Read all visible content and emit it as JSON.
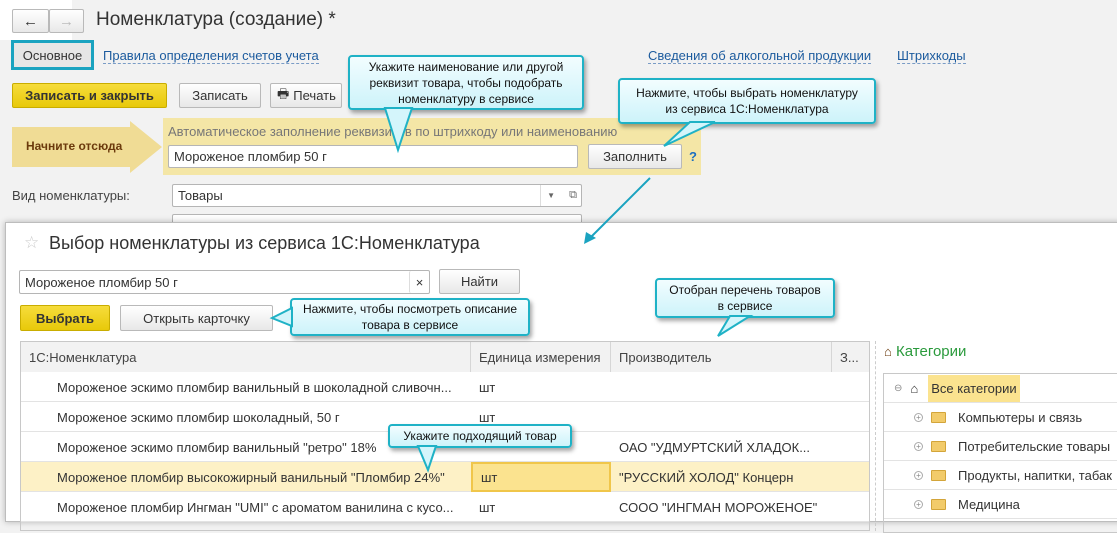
{
  "window": {
    "title": "Номенклатура (создание) *"
  },
  "tabs": [
    {
      "label": "Основное"
    },
    {
      "label": "Правила определения счетов учета"
    },
    {
      "label": "Сведения об алкогольной продукции"
    },
    {
      "label": "Штрихкоды"
    }
  ],
  "toolbar": {
    "save_close": "Записать и закрыть",
    "save": "Записать",
    "print": "Печать"
  },
  "autofill": {
    "start_label": "Начните отсюда",
    "caption": "Автоматическое заполнение реквизитов по штрихкоду или наименованию",
    "value": "Мороженое пломбир 50 г",
    "fill_button": "Заполнить",
    "help": "?"
  },
  "form": {
    "kind_label": "Вид номенклатуры:",
    "kind_value": "Товары"
  },
  "dialog": {
    "title": "Выбор номенклатуры из сервиса 1С:Номенклатура",
    "search_value": "Мороженое пломбир 50 г",
    "clear": "×",
    "find": "Найти",
    "choose": "Выбрать",
    "open_card": "Открыть карточку",
    "columns": [
      "1С:Номенклатура",
      "Единица измерения",
      "Производитель",
      "З..."
    ],
    "rows": [
      {
        "name": "Мороженое эскимо пломбир ванильный в шоколадной сливочн...",
        "unit": "шт",
        "maker": ""
      },
      {
        "name": "Мороженое эскимо пломбир шоколадный, 50 г",
        "unit": "шт",
        "maker": ""
      },
      {
        "name": "Мороженое эскимо пломбир ванильный \"ретро\" 18%",
        "unit": "",
        "maker": "ОАО \"УДМУРТСКИЙ ХЛАДОК..."
      },
      {
        "name": "Мороженое пломбир высокожирный ванильный \"Пломбир 24%\"",
        "unit": "шт",
        "maker": "\"РУССКИЙ ХОЛОД\" Концерн"
      },
      {
        "name": "Мороженое пломбир Ингман \"UMI\" с ароматом ванилина с кусо...",
        "unit": "шт",
        "maker": "СООО \"ИНГМАН МОРОЖЕНОЕ\""
      }
    ],
    "categories_title": "Категории",
    "categories": [
      "Все категории",
      "Компьютеры и связь",
      "Потребительские товары",
      "Продукты, напитки, табак",
      "Медицина"
    ]
  },
  "callouts": {
    "c1": "Укажите наименование или другой реквизит товара, чтобы подобрать номенклатуру в сервисе",
    "c2": "Нажмите, чтобы выбрать номенклатуру из сервиса 1С:Номенклатура",
    "c3": "Нажмите, чтобы посмотреть описание товара в сервисе",
    "c4": "Отобран перечень товаров в сервисе",
    "c5": "Укажите подходящий товар"
  },
  "colors": {
    "accent": "#1fb2c6",
    "yellow": "#f0d21e",
    "highlight": "#fbefc0"
  }
}
